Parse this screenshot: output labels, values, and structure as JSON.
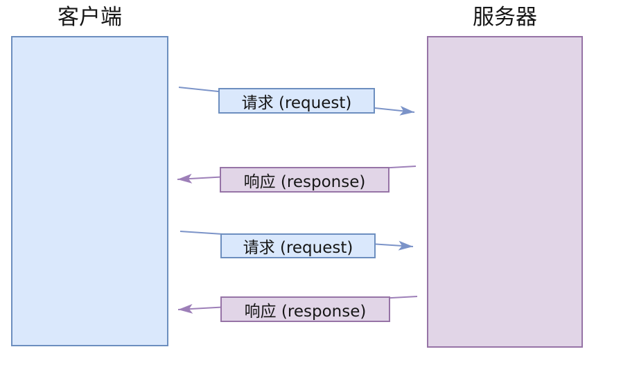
{
  "diagram": {
    "client": {
      "title": "客户端"
    },
    "server": {
      "title": "服务器"
    },
    "messages": [
      {
        "label": "请求  (request)",
        "type": "request",
        "direction": "client-to-server"
      },
      {
        "label": "响应  (response)",
        "type": "response",
        "direction": "server-to-client"
      },
      {
        "label": "请求  (request)",
        "type": "request",
        "direction": "client-to-server"
      },
      {
        "label": "响应  (response)",
        "type": "response",
        "direction": "server-to-client"
      }
    ],
    "colors": {
      "client_fill": "#dae8fc",
      "client_border": "#6c8ebf",
      "server_fill": "#e1d5e7",
      "server_border": "#9673a6",
      "request_arrow": "#7b93c8",
      "response_arrow": "#9d7fb8",
      "text": "#161616",
      "background": "#ffffff"
    }
  }
}
